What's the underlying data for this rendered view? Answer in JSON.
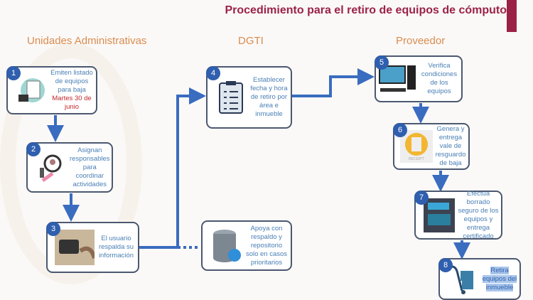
{
  "title": "Procedimiento para el retiro de equipos de cómputo",
  "columns": [
    "Unidades Administrativas",
    "DGTI",
    "Proveedor"
  ],
  "steps": [
    {
      "num": "1",
      "text": "Emiten listado de equipos para baja",
      "date": "Martes 30 de junio",
      "icon": "document-hand-icon"
    },
    {
      "num": "2",
      "text": "Asignan responsables para coordinar actividades",
      "icon": "magnifier-people-icon"
    },
    {
      "num": "3",
      "text": "El usuario respalda su información",
      "icon": "hard-drive-icon"
    },
    {
      "num": "4",
      "text": "Establecer fecha y hora de retiro por área e inmueble",
      "icon": "clipboard-checklist-icon"
    },
    {
      "num": "",
      "text": "Apoya con respaldo y repositorio solo en casos prioritarios",
      "icon": "database-cloud-icon"
    },
    {
      "num": "5",
      "text": "Verifica condiciones de los equipos",
      "icon": "desktop-computer-icon"
    },
    {
      "num": "6",
      "text": "Genera y entrega vale de resguardo de baja",
      "icon": "receipt-icon",
      "icon_label": "RECEIPT"
    },
    {
      "num": "7",
      "text": "Efectua borrado seguro de los equipos y entrega certificado",
      "icon": "file-shredder-icon"
    },
    {
      "num": "8",
      "text": "Retira equipos del inmueble",
      "icon": "hand-truck-icon"
    }
  ],
  "colors": {
    "accent": "#9b2247",
    "arrow": "#3a6cc0",
    "heading": "#d98c50",
    "text": "#4a7fb5"
  }
}
